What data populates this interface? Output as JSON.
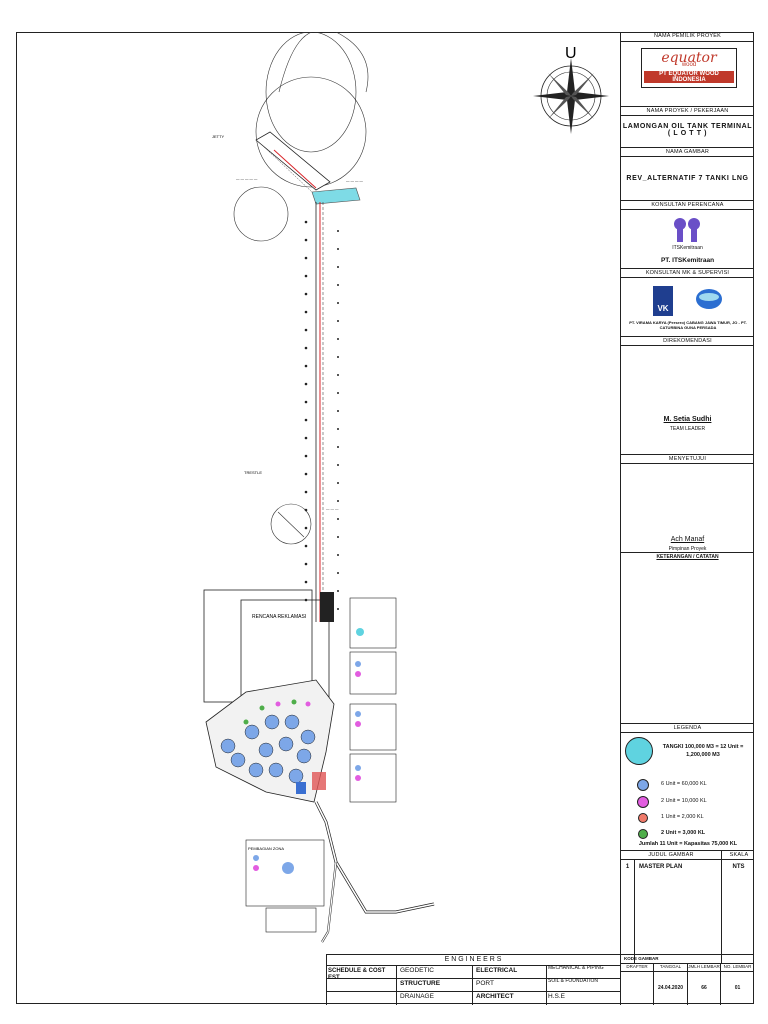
{
  "title_block": {
    "owner_label": "NAMA PEMILIK PROYEK",
    "owner_logo_word": "equator",
    "owner_logo_sub": "wood",
    "owner_name": "PT EQUATOR WOOD INDONESIA",
    "project_label": "NAMA PROYEK / PEKERJAAN",
    "project_name_line1": "LAMONGAN OIL TANK TERMINAL",
    "project_name_line2": "( L O T T )",
    "drawing_name_label": "NAMA GAMBAR",
    "drawing_name": "REV_ALTERNATIF 7 TANKI LNG",
    "planner_label": "KONSULTAN PERENCANA",
    "planner_logo_text": "ITSKemitraan",
    "planner_name": "PT. ITSKemitraan",
    "supervisor_label": "KONSULTAN MK & SUPERVISI",
    "supervisor_logo_text": "VK",
    "supervisor_names": "PT. VIRAMA KARYA (Persero) CABANG JAWA TIMUR, JO - PT. CATURBINA GUNA PERSADA",
    "recommended_label": "DIREKOMENDASI",
    "recommender_name": "M. Setia Sudhi",
    "recommender_role": "TEAM LEADER",
    "approved_label": "MENYETUJUI",
    "approver_name": "Ach Manaf",
    "approver_role": "Pimpinan Proyek",
    "notes_label": "KETERANGAN / CATATAN",
    "legend_label": "LEGENDA",
    "legend_items": [
      {
        "text": "TANGKI 100,000 M3 = 12 Unit = 1,200,000 M3",
        "color": "#5fd3e0"
      },
      {
        "text": "6 Unit = 60,000 KL",
        "color": "#7da7e8"
      },
      {
        "text": "2 Unit = 10,000 KL",
        "color": "#e25de0"
      },
      {
        "text": "1 Unit = 2,000 KL",
        "color": "#f07a6a"
      },
      {
        "text": "2 Unit = 3,000 KL",
        "color": "#4fae4a"
      }
    ],
    "legend_total": "Jumlah 11 Unit = Kapasitas 75,000 KL",
    "drawing_title_label": "JUDUL GAMBAR",
    "scale_label": "SKALA",
    "sheet_no": "1",
    "sheet_title": "MASTER PLAN",
    "scale_value": "NTS"
  },
  "bottom_bar": {
    "engineers_label": "E N G I N E E R S",
    "schedule_label": "SCHEDULE & COST EST.",
    "col1": [
      "GEODETIC",
      "STRUCTURE",
      "DRAINAGE"
    ],
    "col2": [
      "ELECTRICAL",
      "PORT",
      "ARCHITECT"
    ],
    "col3": [
      "MECHANICAL & PIPING",
      "SOIL & FOUNDATION",
      "H.S.E"
    ],
    "code_label": "KODE GAMBAR",
    "drafter_label": "DRAFTER",
    "date_label": "TANGGAL",
    "sheets_label": "JMLH LEMBAR",
    "sheet_no_label": "NO. LEMBAR",
    "date_value": "24.04.2020",
    "sheets_value": "66",
    "sheet_no_value": "01"
  },
  "drawing": {
    "north_letter": "U",
    "reclamation_label": "RENCANA REKLAMASI",
    "jetty_label": "JETTY",
    "trestle_label": "TRESTLE",
    "zoning_label": "PEMBAGIAN ZONA",
    "colors": {
      "line": "#222222",
      "pipe_red": "#d9262b",
      "tank_cyan": "#5fd3e0",
      "tank_blue": "#7da7e8",
      "tank_magenta": "#e25de0",
      "green": "#4fae4a"
    }
  }
}
